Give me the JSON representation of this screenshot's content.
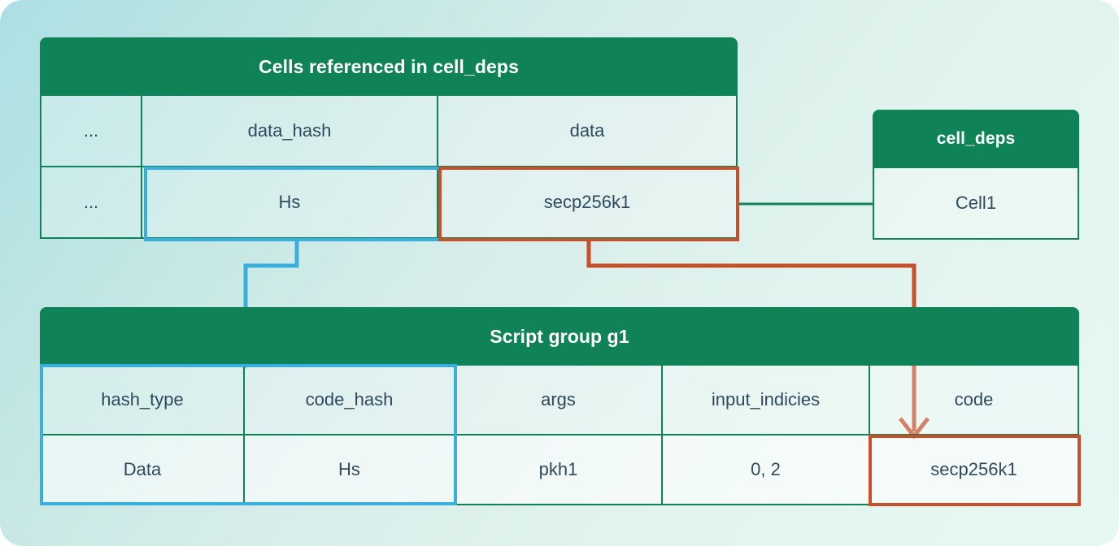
{
  "theme": {
    "header_green": "#0f8357",
    "blue_highlight": "#3aafdd",
    "red_highlight": "#c7502a",
    "text_color": "#2f4a5c",
    "bg_from": "#ace0e6",
    "bg_to": "#e7f7f2"
  },
  "top_table": {
    "title": "Cells referenced in cell_deps",
    "columns": [
      "...",
      "data_hash",
      "data"
    ],
    "rows": [
      [
        "...",
        "Hs",
        "secp256k1"
      ]
    ]
  },
  "deps_table": {
    "title": "cell_deps",
    "rows": [
      "Cell1"
    ]
  },
  "bottom_table": {
    "title": "Script group g1",
    "columns": [
      "hash_type",
      "code_hash",
      "args",
      "input_indicies",
      "code"
    ],
    "rows": [
      [
        "Data",
        "Hs",
        "pkh1",
        "0, 2",
        "secp256k1"
      ]
    ]
  },
  "connectors": [
    {
      "name": "data-hash-to-code-hash",
      "color": "#3aafdd",
      "from": "data_hash:Hs",
      "to": "code_hash"
    },
    {
      "name": "data-to-code",
      "color": "#c7502a",
      "from": "data:secp256k1",
      "to": "code"
    },
    {
      "name": "data-to-cell-deps",
      "color": "#0f8357",
      "from": "data:secp256k1",
      "to": "cell_deps:Cell1"
    }
  ]
}
